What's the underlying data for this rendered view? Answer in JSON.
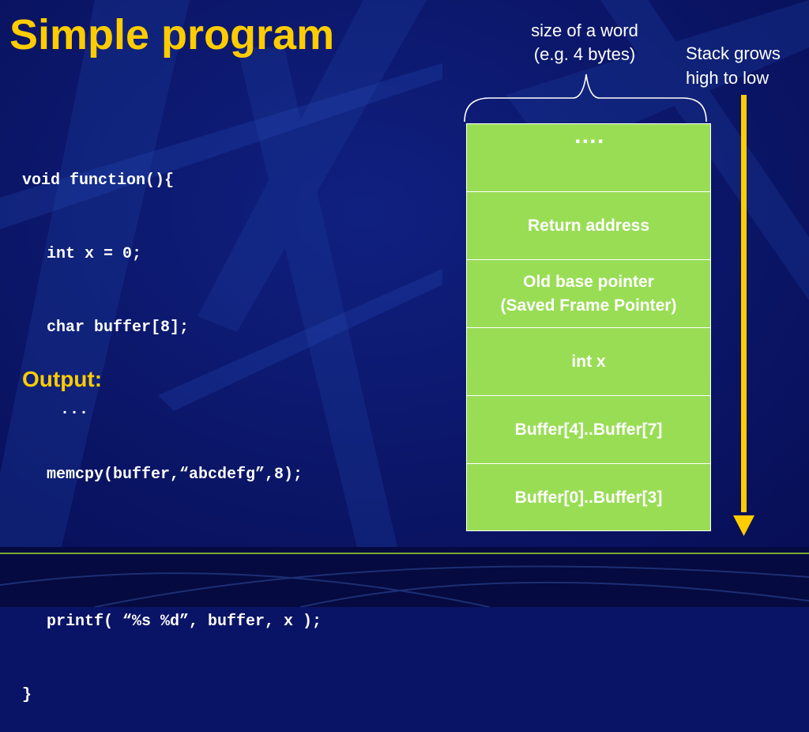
{
  "slide": {
    "title": "Simple program",
    "colors": {
      "background": "#0a1466",
      "accent": "#ffcc00",
      "stack_fill": "#99dd55",
      "text": "#ffffff"
    }
  },
  "code": {
    "lines": [
      "void function(){",
      "int x = 0;",
      "char buffer[8];",
      "",
      "memcpy(buffer,“abcdefg”,8);",
      "",
      "printf( “%s %d”, buffer, x );",
      "}"
    ]
  },
  "output": {
    "label": "Output:",
    "value": "..."
  },
  "annotations": {
    "word_size_line1": "size of a word",
    "word_size_line2": "(e.g. 4 bytes)",
    "stack_grows_line1": "Stack grows",
    "stack_grows_line2": "high to low"
  },
  "stack": {
    "cells": [
      {
        "label": "…."
      },
      {
        "label": "Return address"
      },
      {
        "label_line1": "Old base pointer",
        "label_line2": "(Saved Frame Pointer)"
      },
      {
        "label": "int x"
      },
      {
        "label": "Buffer[4]..Buffer[7]"
      },
      {
        "label": "Buffer[0]..Buffer[3]"
      }
    ]
  }
}
